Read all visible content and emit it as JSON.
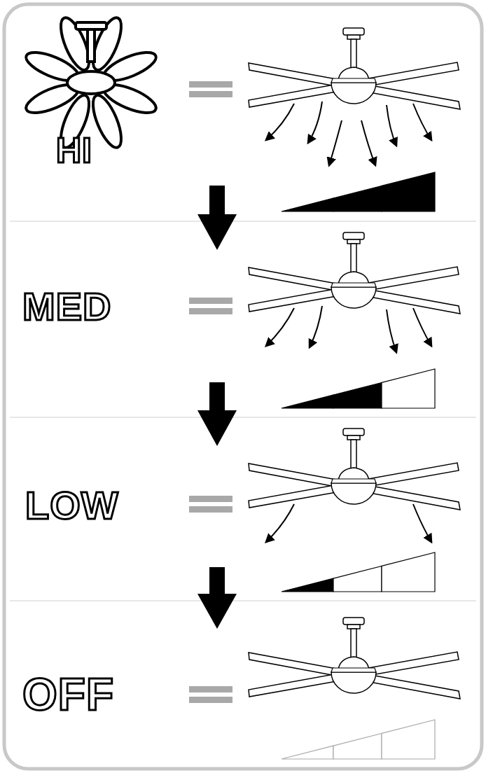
{
  "diagram": {
    "labels": [
      "HI",
      "MED",
      "LOW",
      "OFF"
    ]
  }
}
